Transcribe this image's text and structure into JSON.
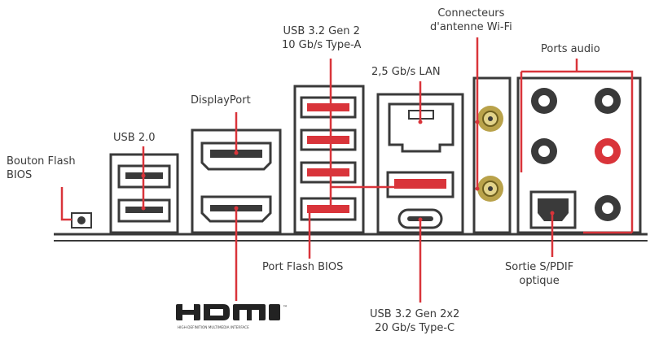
{
  "labels": {
    "flash_btn_line1": "Bouton  Flash",
    "flash_btn_line2": "BIOS",
    "usb20": "USB 2.0",
    "displayport": "DisplayPort",
    "usb32g2_line1": "USB 3.2 Gen 2",
    "usb32g2_line2": "10 Gb/s Type-A",
    "lan": "2,5 Gb/s LAN",
    "wifi_line1": "Connecteurs",
    "wifi_line2": "d'antenne Wi-Fi",
    "audio": "Ports audio",
    "port_flash": "Port Flash BIOS",
    "spdif_line1": "Sortie S/PDIF",
    "spdif_line2": "optique",
    "usbc_line1": "USB 3.2 Gen 2x2",
    "usbc_line2": "20 Gb/s Type-C",
    "hdmi_logo": "HDMI",
    "hdmi_logo_tagline": "HIGH-DEFINITION MULTIMEDIA INTERFACE"
  },
  "colors": {
    "leader": "#d9343a",
    "port_red": "#d9343a",
    "outline": "#3a3a3a",
    "gold": "#b9a24a"
  }
}
